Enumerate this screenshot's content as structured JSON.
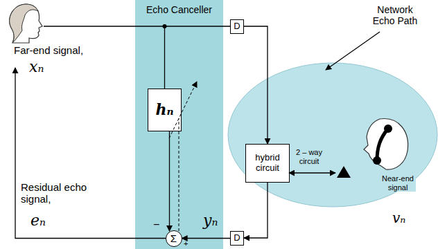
{
  "diagram": {
    "nodes": [
      {
        "text": [
          "Echo Canceller"
        ]
      },
      {
        "text": [
          "hₙ"
        ],
        "in": 0
      },
      {
        "text": [
          "Σ"
        ],
        "in": 0
      },
      {
        "text": [
          "D"
        ]
      },
      {
        "text": [
          "Network Echo Path"
        ]
      },
      {
        "text": [
          "hybrid circuit"
        ],
        "in": 4
      },
      {
        "text": [
          "D"
        ]
      }
    ],
    "edges": [
      {
        "from": 1,
        "to": 2,
        "arrow": "to"
      },
      {
        "from": 3,
        "to": 5,
        "arrow": "to"
      },
      {
        "from": 5,
        "to": 6,
        "arrow": "to"
      },
      {
        "from": 6,
        "to": 2,
        "arrow": "to"
      }
    ],
    "labels": [
      "Far-end signal,",
      "xₙ",
      "Residual echo signal,",
      "eₙ",
      "yₙ",
      "−",
      "+",
      "2 – way circuit",
      "Near-end signal",
      "vₙ"
    ]
  }
}
